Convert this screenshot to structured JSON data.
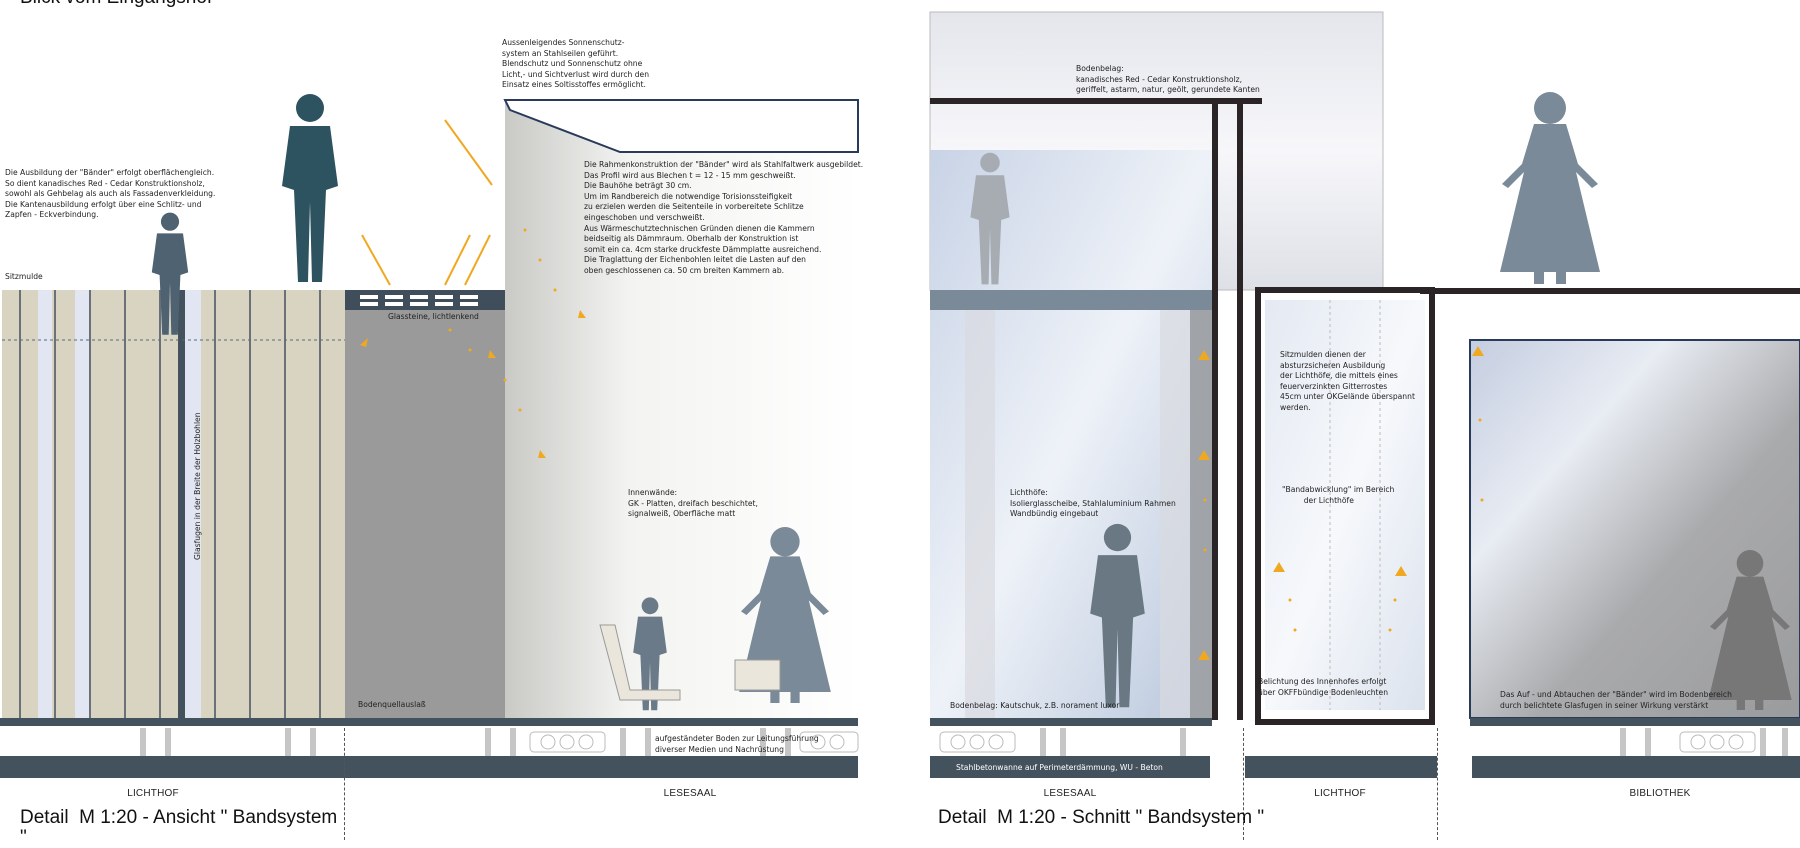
{
  "header": {
    "top_title": "Blick vom Eingangshof"
  },
  "left_drawing": {
    "title": "Detail  M 1:20 - Ansicht \" Bandsystem\n\"",
    "room_labels": [
      "LICHTHOF",
      "LESESAAL"
    ],
    "notes": {
      "sonnenschutz": "Aussenleigendes Sonnenschutz-\nsystem an Stahlseilen geführt.\nBlendschutz und Sonnenschutz ohne\nLicht,- und Sichtverlust wird durch den\nEinsatz eines Soltisstoffes ermöglicht.",
      "ausbildung": "Die Ausbildung der \"Bänder\" erfolgt oberflächengleich.\nSo dient kanadisches Red - Cedar Konstruktionsholz,\nsowohl als Gehbelag als auch als Fassadenverkleidung.\nDie Kantenausbildung erfolgt über eine Schlitz- und\nZapfen - Eckverbindung.",
      "rahmenkonstruktion": "Die Rahmenkonstruktion der \"Bänder\" wird als Stahlfaltwerk ausgebildet.\nDas Profil wird aus Blechen t = 12 - 15 mm geschweißt.\nDie Bauhöhe beträgt 30 cm.\nUm im Randbereich die notwendige Torisionssteifigkeit\nzu erzielen werden die Seitenteile in vorbereitete Schlitze\neingeschoben und verschweißt.\nAus Wärmeschutztechnischen Gründen dienen die Kammern\nbeidseitig als Dämmraum. Oberhalb der Konstruktion ist\nsomit ein ca. 4cm starke druckfeste Dämmplatte ausreichend.\nDie Traglattung der Eichenbohlen leitet die Lasten auf den\noben geschlossenen ca. 50 cm breiten Kammern ab.",
      "sitzmulde": "Sitzmulde",
      "glassteine": "Glassteine, lichtlenkend",
      "glasfugen": "Glasfugen in der Breite der Holzbohlen",
      "innenwaende": "Innenwände:\nGK - Platten, dreifach beschichtet,\nsignalweiß, Oberfläche matt",
      "bodenquell": "Bodenquellauslaß",
      "aufgestaendert": "aufgeständeter Boden zur Leitungsführung\ndiverser Medien und Nachrüstung"
    }
  },
  "right_drawing": {
    "title": "Detail  M 1:20 - Schnitt \" Bandsystem \"",
    "room_labels": [
      "LESESAAL",
      "LICHTHOF",
      "BIBLIOTHEK"
    ],
    "notes": {
      "bodenbelag_top": "Bodenbelag:\nkanadisches Red - Cedar Konstruktionsholz,\ngeriffelt, astarm, natur, geölt, gerundete Kanten",
      "sitzmulden": "Sitzmulden dienen der\nabsturzsicheren Ausbildung\nder Lichthöfe, die mittels eines\nfeuerverzinkten Gitterrostes\n45cm unter OKGelände überspannt\nwerden.",
      "bandabwicklung": "\"Bandabwicklung\" im Bereich\n         der Lichthöfe",
      "lichthoefe": "Lichthöfe:\nIsolierglasscheibe, Stahlaluminium Rahmen\nWandbündig eingebaut",
      "belichtung": "Belichtung des Innenhofes erfolgt\nüber OKFFbündige Bodenleuchten",
      "auf_abtauchen": "Das Auf - und Abtauchen der \"Bänder\" wird im Bodenbereich\ndurch belichtete Glasfugen in seiner Wirkung verstärkt",
      "bodenbelag_kautschuk": "Bodenbelag: Kautschuk, z.B. norament luxor",
      "stahlbeton": "Stahlbetonwanne auf Perimeterdämmung, WU - Beton"
    }
  },
  "colors": {
    "slate": "#44525e",
    "wood": "#d9d4c2",
    "accent": "#f0a820",
    "grey_wall": "#9a9a9a",
    "figure": "#7a8a98",
    "figure_dark": "#2e5360"
  }
}
